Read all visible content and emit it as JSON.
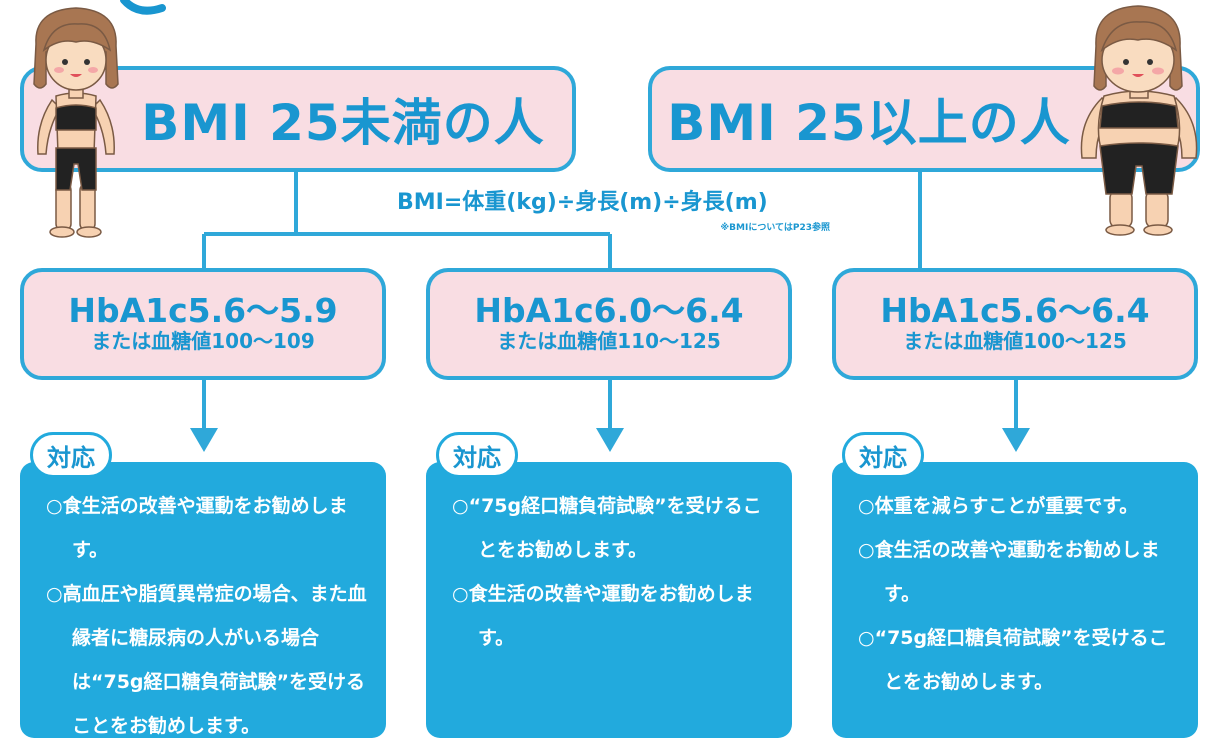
{
  "title_left": "BMI 25未満の人",
  "title_right": "BMI 25以上の人",
  "formula": "BMI=体重(kg)÷身長(m)÷身長(m)",
  "footnote": "※BMIについてはP23参照",
  "groups": [
    {
      "main": "HbA1c5.6〜5.9",
      "sub": "または血糖値100〜109"
    },
    {
      "main": "HbA1c6.0〜6.4",
      "sub": "または血糖値110〜125"
    },
    {
      "main": "HbA1c5.6〜6.4",
      "sub": "または血糖値100〜125"
    }
  ],
  "badge_label": "対応",
  "actions": [
    {
      "items": [
        "○食生活の改善や運動をお勧めします。",
        "○高血圧や脂質異常症の場合、また血縁者に糖尿病の人がいる場合は“75g経口糖負荷試験”を受けることをお勧めします。"
      ]
    },
    {
      "items": [
        "○“75g経口糖負荷試験”を受けることをお勧めします。",
        "○食生活の改善や運動をお勧めします。"
      ]
    },
    {
      "items": [
        "○体重を減らすことが重要です。",
        "○食生活の改善や運動をお勧めします。",
        "○“75g経口糖負荷試験”を受けることをお勧めします。"
      ]
    }
  ],
  "colors": {
    "accent": "#1996d0",
    "box_blue": "#22aadd",
    "pink": "#f9dde3",
    "border": "#2fa8d9"
  },
  "illustrations": [
    "slim-woman-illustration",
    "heavier-woman-illustration"
  ]
}
